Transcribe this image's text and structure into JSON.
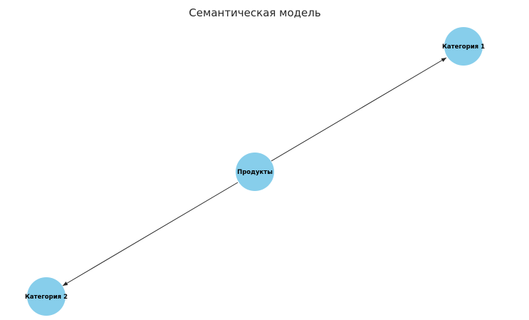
{
  "diagram": {
    "title": "Семантическая модель",
    "node_color": "#87ceeb",
    "edge_color": "#262626",
    "nodes": [
      {
        "id": "products",
        "label": "Продукты"
      },
      {
        "id": "cat1",
        "label": "Категория 1"
      },
      {
        "id": "cat2",
        "label": "Категория 2"
      }
    ],
    "edges": [
      {
        "from": "products",
        "to": "cat1",
        "directed": true
      },
      {
        "from": "products",
        "to": "cat2",
        "directed": true
      }
    ]
  }
}
